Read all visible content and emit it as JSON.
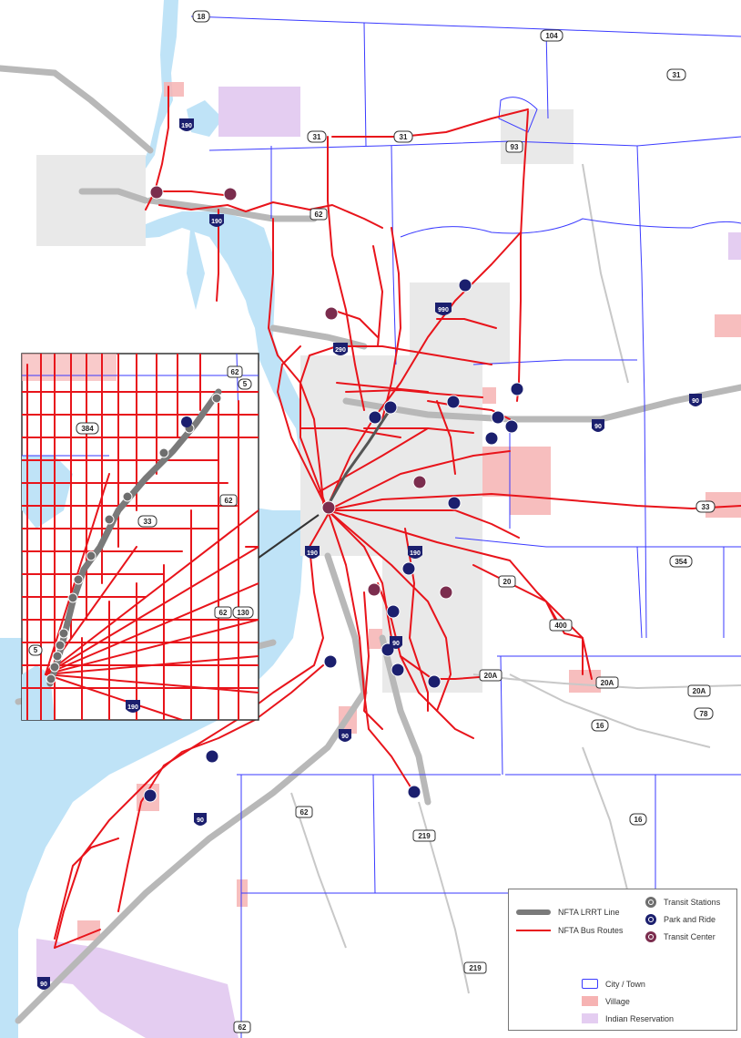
{
  "legend": {
    "lrrt_line": "NFTA LRRT Line",
    "bus_routes": "NFTA Bus Routes",
    "transit_stations": "Transit Stations",
    "park_and_ride": "Park and Ride",
    "transit_center": "Transit Center",
    "city_town": "City / Town",
    "village": "Village",
    "indian_reservation": "Indian Reservation"
  },
  "route_labels": {
    "r18": "18",
    "r104": "104",
    "r31a": "31",
    "r31b": "31",
    "r31c": "31",
    "r93": "93",
    "r62a": "62",
    "i190a": "190",
    "i190b": "190",
    "i290": "290",
    "i990": "990",
    "i90a": "90",
    "i90b": "90",
    "i90c": "90",
    "i90d": "90",
    "i90e": "90",
    "i90f": "90",
    "i190c": "190",
    "i190d": "190",
    "r33a": "33",
    "r354": "354",
    "r20": "20",
    "r400": "400",
    "r20a1": "20A",
    "r20a2": "20A",
    "r20a3": "20A",
    "r78": "78",
    "r16a": "16",
    "r16b": "16",
    "r62b": "62",
    "r219a": "219",
    "r219b": "219",
    "r62c": "62"
  },
  "inset_labels": {
    "i62a": "62",
    "i5a": "5",
    "i384": "384",
    "i62b": "62",
    "i33": "33",
    "i62c": "62",
    "i130": "130",
    "i5b": "5",
    "i190": "190"
  },
  "colors": {
    "water": "#bfe3f7",
    "bus_route": "#e8141b",
    "lrrt": "#7a7a7a",
    "city_town_boundary": "#3a3aff",
    "village": "#f6b3b3",
    "reservation": "#e4cdf1",
    "interstate": "#1b1f6e",
    "transit_center": "#7b2d4e"
  }
}
